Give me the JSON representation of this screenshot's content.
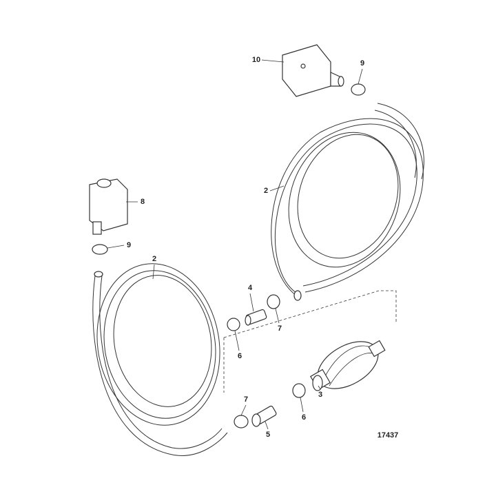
{
  "diagram": {
    "figure_number": "17437",
    "callouts": [
      {
        "id": "c10",
        "text": "10",
        "part": "fuel-connector-engine"
      },
      {
        "id": "c9a",
        "text": "9",
        "part": "hose-clamp"
      },
      {
        "id": "c2a",
        "text": "2",
        "part": "fuel-hose"
      },
      {
        "id": "c8",
        "text": "8",
        "part": "fuel-connector-tank"
      },
      {
        "id": "c9b",
        "text": "9",
        "part": "hose-clamp"
      },
      {
        "id": "c2b",
        "text": "2",
        "part": "fuel-hose"
      },
      {
        "id": "c4",
        "text": "4",
        "part": "fitting"
      },
      {
        "id": "c7a",
        "text": "7",
        "part": "hose-clamp"
      },
      {
        "id": "c6a",
        "text": "6",
        "part": "hose-clamp"
      },
      {
        "id": "c3",
        "text": "3",
        "part": "primer-bulb"
      },
      {
        "id": "c7b",
        "text": "7",
        "part": "hose-clamp"
      },
      {
        "id": "c5",
        "text": "5",
        "part": "fitting"
      },
      {
        "id": "c6b",
        "text": "6",
        "part": "hose-clamp"
      }
    ]
  }
}
